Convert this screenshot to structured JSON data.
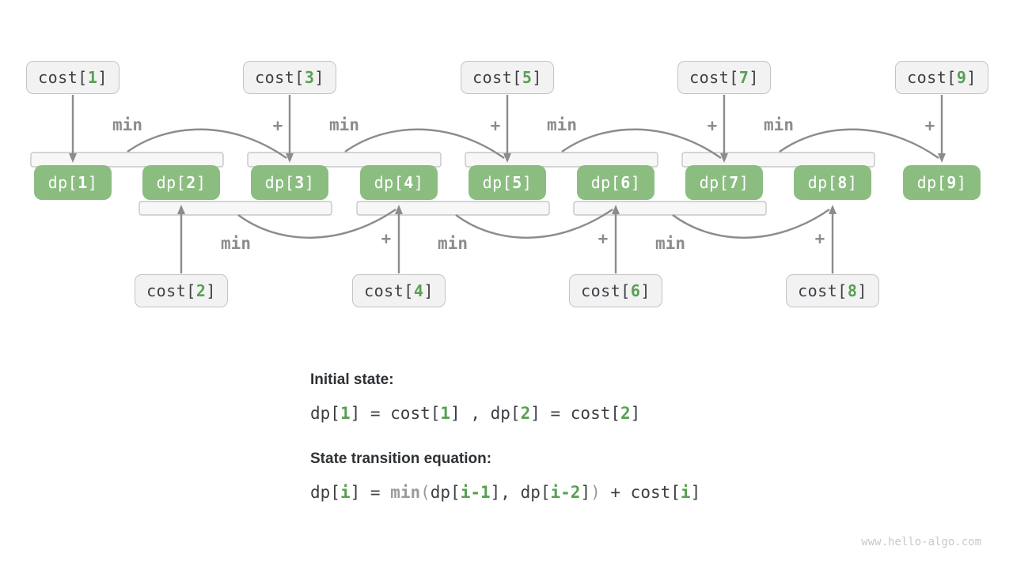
{
  "colors": {
    "dp_fill": "#8BBD81",
    "dp_text": "#FFFFFF",
    "green_text": "#57A052",
    "cost_fill": "#F2F2F2",
    "cost_border": "#C4C4C4",
    "cost_text": "#3C4045",
    "bracket_fill": "#F7F7F8",
    "bracket_border": "#C7C7C7",
    "arrow": "#8C8C8C",
    "op_label": "#8C8C8C",
    "heading_text": "#2E3235",
    "code_text": "#3C4045",
    "code_gray": "#9B9B9B",
    "watermark_text": "#C9C9C9"
  },
  "diagram": {
    "dp": [
      {
        "pre": "dp[",
        "num": "1",
        "post": "]"
      },
      {
        "pre": "dp[",
        "num": "2",
        "post": "]"
      },
      {
        "pre": "dp[",
        "num": "3",
        "post": "]"
      },
      {
        "pre": "dp[",
        "num": "4",
        "post": "]"
      },
      {
        "pre": "dp[",
        "num": "5",
        "post": "]"
      },
      {
        "pre": "dp[",
        "num": "6",
        "post": "]"
      },
      {
        "pre": "dp[",
        "num": "7",
        "post": "]"
      },
      {
        "pre": "dp[",
        "num": "8",
        "post": "]"
      },
      {
        "pre": "dp[",
        "num": "9",
        "post": "]"
      }
    ],
    "cost_top": [
      {
        "pre": "cost[",
        "num": "1",
        "post": "]"
      },
      {
        "pre": "cost[",
        "num": "3",
        "post": "]"
      },
      {
        "pre": "cost[",
        "num": "5",
        "post": "]"
      },
      {
        "pre": "cost[",
        "num": "7",
        "post": "]"
      },
      {
        "pre": "cost[",
        "num": "9",
        "post": "]"
      }
    ],
    "cost_bottom": [
      {
        "pre": "cost[",
        "num": "2",
        "post": "]"
      },
      {
        "pre": "cost[",
        "num": "4",
        "post": "]"
      },
      {
        "pre": "cost[",
        "num": "6",
        "post": "]"
      },
      {
        "pre": "cost[",
        "num": "8",
        "post": "]"
      }
    ],
    "ops_top": [
      {
        "min": "min",
        "plus": "+"
      },
      {
        "min": "min",
        "plus": "+"
      },
      {
        "min": "min",
        "plus": "+"
      },
      {
        "min": "min",
        "plus": "+"
      }
    ],
    "ops_bottom": [
      {
        "min": "min",
        "plus": "+"
      },
      {
        "min": "min",
        "plus": "+"
      },
      {
        "min": "min",
        "plus": "+"
      }
    ]
  },
  "notes": {
    "initial_heading": "Initial state:",
    "initial_line": [
      {
        "t": "dp["
      },
      {
        "t": "1"
      },
      {
        "t": "] = cost["
      },
      {
        "t": "1"
      },
      {
        "t": "] , dp["
      },
      {
        "t": "2"
      },
      {
        "t": "] = cost["
      },
      {
        "t": "2"
      },
      {
        "t": "]"
      }
    ],
    "transition_heading": "State transition equation:",
    "transition_line": [
      {
        "t": "dp["
      },
      {
        "t": "i"
      },
      {
        "t": "] = "
      },
      {
        "t": "min"
      },
      {
        "t": "("
      },
      {
        "t": "dp["
      },
      {
        "t": "i-1"
      },
      {
        "t": "], dp["
      },
      {
        "t": "i-2"
      },
      {
        "t": "]"
      },
      {
        "t": ")"
      },
      {
        "t": " + cost["
      },
      {
        "t": "i"
      },
      {
        "t": "]"
      }
    ]
  },
  "watermark": "www.hello-algo.com"
}
